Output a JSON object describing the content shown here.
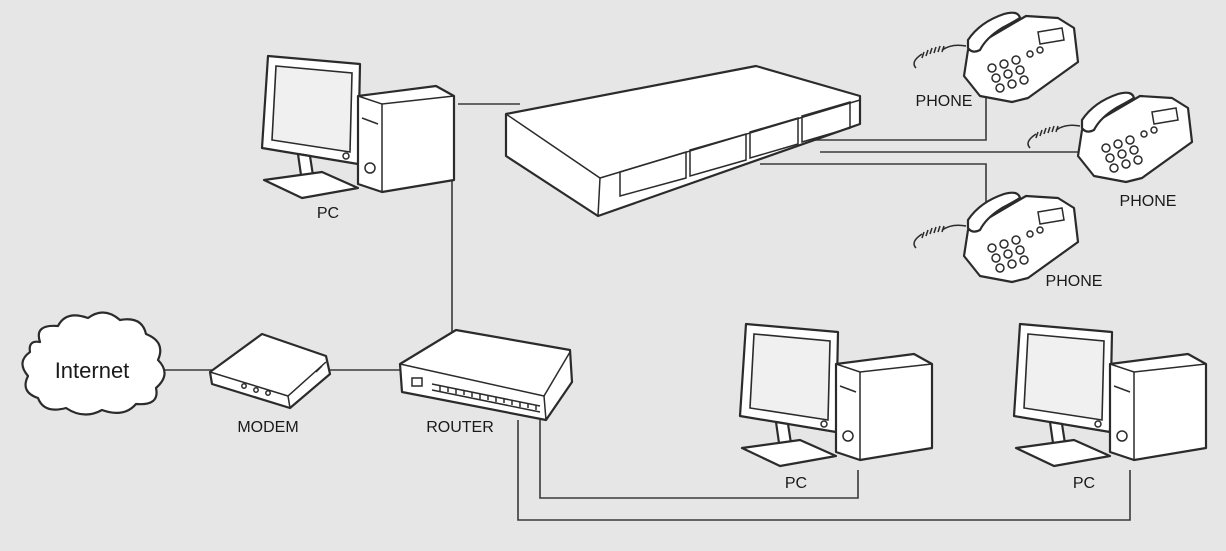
{
  "labels": {
    "internet": "Internet",
    "modem": "MODEM",
    "router": "ROUTER",
    "pc_top": "PC",
    "pc_mid": "PC",
    "pc_right": "PC",
    "phone_1": "PHONE",
    "phone_2": "PHONE",
    "phone_3": "PHONE"
  },
  "colors": {
    "background": "#e6e6e6",
    "line": "#3a3a3a",
    "device_fill": "#ffffff"
  }
}
